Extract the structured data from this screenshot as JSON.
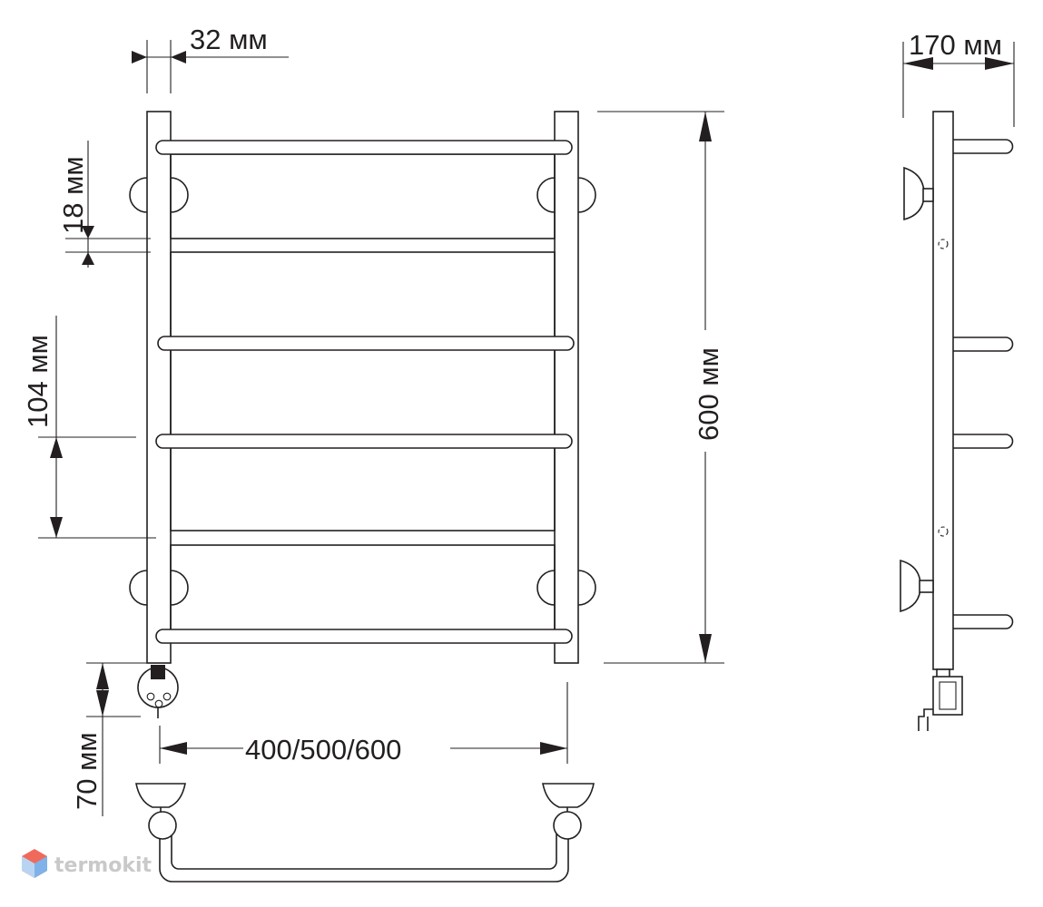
{
  "dimensions": {
    "pipe_diameter": "32 мм",
    "side_depth": "170 мм",
    "rung_gap": "18 мм",
    "rung_pitch": "104 мм",
    "height": "600 мм",
    "bottom_offset": "70 мм",
    "width_options": "400/500/600"
  },
  "watermark": "termokit",
  "colors": {
    "line": "#231f20",
    "background": "#ffffff",
    "watermark": "#c9c9c9"
  }
}
